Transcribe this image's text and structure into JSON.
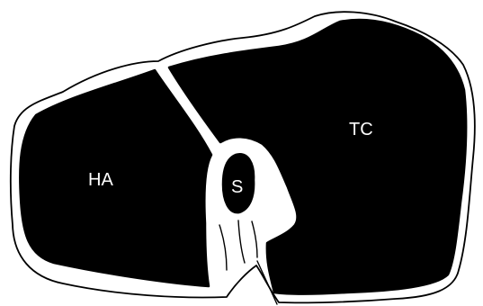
{
  "diagram": {
    "labels": {
      "tc": "TC",
      "ha": "HA",
      "s": "S"
    },
    "colors": {
      "region_fill": "#000000",
      "background": "#ffffff",
      "label_text": "#ffffff"
    }
  }
}
